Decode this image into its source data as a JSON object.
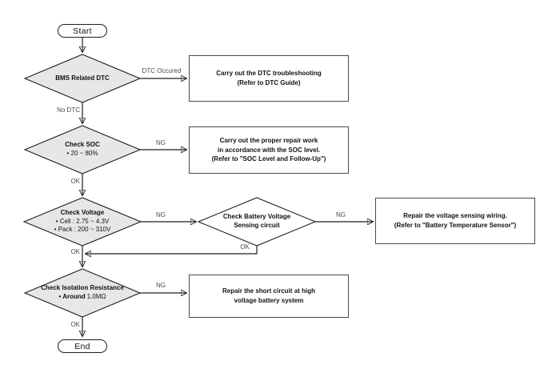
{
  "colors": {
    "background": "#ffffff",
    "diamond_fill": "#e7e7e7",
    "node_fill": "#ffffff",
    "line": "#1f1f1f",
    "text": "#111111",
    "edge_label_text": "#4c4c4c"
  },
  "flowchart": {
    "terminals": {
      "start": "Start",
      "end": "End"
    },
    "decisions": {
      "bms_dtc": {
        "title": "BMS Related DTC"
      },
      "check_soc": {
        "title": "Check SOC",
        "line2": "• 20 ~ 80%"
      },
      "check_voltage": {
        "title": "Check Voltage",
        "line2": "• Cell : 2.75 ~ 4.3V",
        "line3": "• Pack : 200 ~ 310V"
      },
      "check_sensing": {
        "title": "Check Battery Voltage",
        "line2": "Sensing circuit"
      },
      "check_isolation": {
        "title": "Check Isolation Resistance",
        "line2_bold": "• Around",
        "line2_normal": "1.0MΩ"
      }
    },
    "boxes": {
      "dtc_troubleshooting": {
        "line1": "Carry out the DTC troubleshooting",
        "line2": "(Refer to DTC Guide)"
      },
      "soc_repair": {
        "line1": "Carry out the proper repair work",
        "line2": "in accordance with the SOC level.",
        "line3": "(Refer to \"SOC Level and Follow-Up\")"
      },
      "sensing_repair": {
        "line1": "Repair the voltage sensing wiring.",
        "line2": "(Refer to \"Battery Temperature Sensor\")"
      },
      "isolation_repair": {
        "line1": "Repair the short circuit at high",
        "line2": "voltage battery system"
      }
    },
    "edge_labels": {
      "dtc_occured": "DTC Occured",
      "no_dtc": "No DTC",
      "soc_ng": "NG",
      "soc_ok": "OK",
      "voltage_ng": "NG",
      "voltage_ok": "OK",
      "sensing_ng": "NG",
      "sensing_ok": "OK",
      "isolation_ng": "NG",
      "isolation_ok": "OK"
    }
  }
}
